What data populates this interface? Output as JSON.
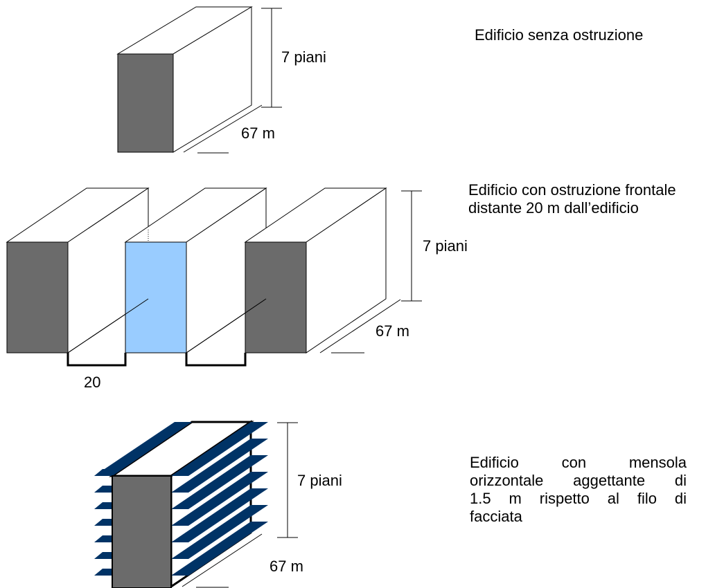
{
  "diagrams": [
    {
      "description": "Edificio senza ostruzione",
      "height_label": "7 piani",
      "length_label": "67 m"
    },
    {
      "description_lines": [
        "Edificio con ostruzione frontale",
        "distante 20 m dall’edificio"
      ],
      "height_label": "7 piani",
      "length_label": "67 m",
      "gap_label": "20"
    },
    {
      "description_lines": [
        "Edificio con mensola",
        "orizzontale aggettante di",
        "1.5 m rispetto al filo di",
        "facciata"
      ],
      "height_label": "7 piani",
      "length_label": "67 m"
    }
  ],
  "colors": {
    "facade_dark": "#6b6b6b",
    "facade_highlight": "#99ccff",
    "shelf_blue": "#003366",
    "outline": "#000000",
    "background": "#ffffff"
  }
}
